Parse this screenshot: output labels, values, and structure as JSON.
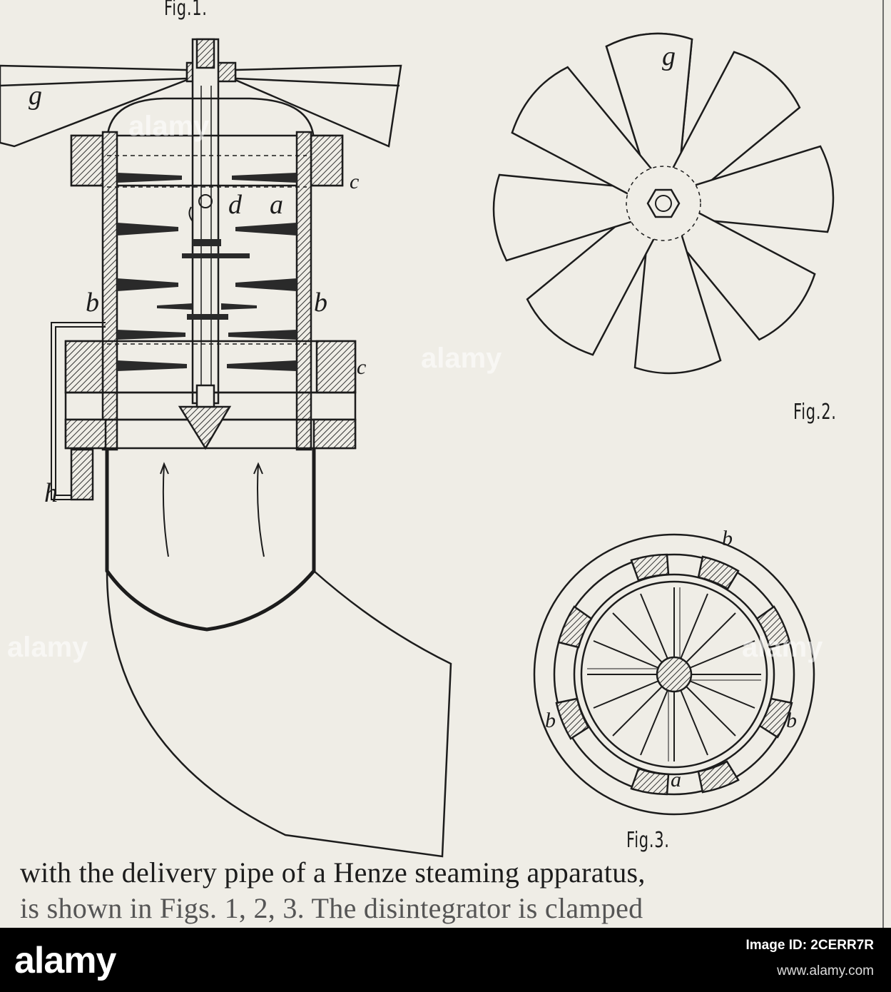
{
  "figures": {
    "fig1": {
      "label": "Fig.1.",
      "letters": {
        "g": "g",
        "c_top": "c",
        "d": "d",
        "a": "a",
        "b_left": "b",
        "b_right": "b",
        "c_lower": "c",
        "h": "h"
      }
    },
    "fig2": {
      "label": "Fig.2.",
      "letters": {
        "g": "g"
      }
    },
    "fig3": {
      "label": "Fig.3.",
      "letters": {
        "b_top": "b",
        "b_left": "b",
        "b_right": "b",
        "a": "a"
      }
    }
  },
  "caption": {
    "line1": "with the delivery pipe of a Henze steaming apparatus,",
    "line2": "is shown in Figs. 1, 2, 3. The disintegrator is clamped"
  },
  "watermark": {
    "logo": "alamy",
    "image_id": "Image ID: 2CERR7R",
    "url": "www.alamy.com",
    "overlay": "alamy"
  },
  "colors": {
    "paper": "#efede6",
    "ink": "#1c1c1c",
    "band": "#000000"
  }
}
